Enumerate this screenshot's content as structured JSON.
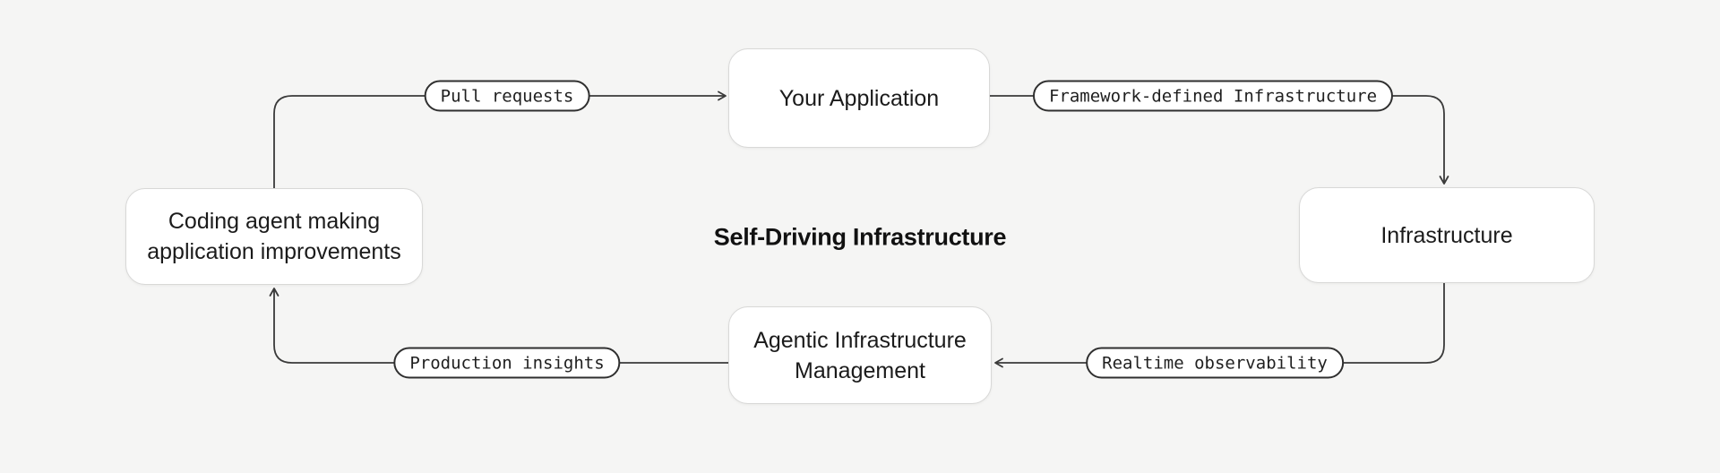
{
  "theme": {
    "background": "#f5f5f4",
    "node_bg": "#ffffff",
    "node_border": "#d8d8d7",
    "node_text": "#1b1b1b",
    "line_color": "#3a3a3a",
    "pill_bg": "#ffffff",
    "pill_border": "#2f2f2f",
    "pill_text": "#1f1f1f",
    "title_color": "#111111"
  },
  "diagram": {
    "title": "Self-Driving Infrastructure",
    "nodes": {
      "your_application": {
        "label": "Your Application"
      },
      "infrastructure": {
        "label": "Infrastructure"
      },
      "agentic": {
        "label": "Agentic Infrastructure Management"
      },
      "coding_agent": {
        "label": "Coding agent making application improvements"
      }
    },
    "edges": {
      "pull_requests": {
        "label": "Pull requests",
        "from": "Coding agent making application improvements",
        "to": "Your Application"
      },
      "framework_defined": {
        "label": "Framework-defined Infrastructure",
        "from": "Your Application",
        "to": "Infrastructure"
      },
      "realtime_observability": {
        "label": "Realtime observability",
        "from": "Infrastructure",
        "to": "Agentic Infrastructure Management"
      },
      "production_insights": {
        "label": "Production insights",
        "from": "Agentic Infrastructure Management",
        "to": "Coding agent making application improvements"
      }
    }
  }
}
